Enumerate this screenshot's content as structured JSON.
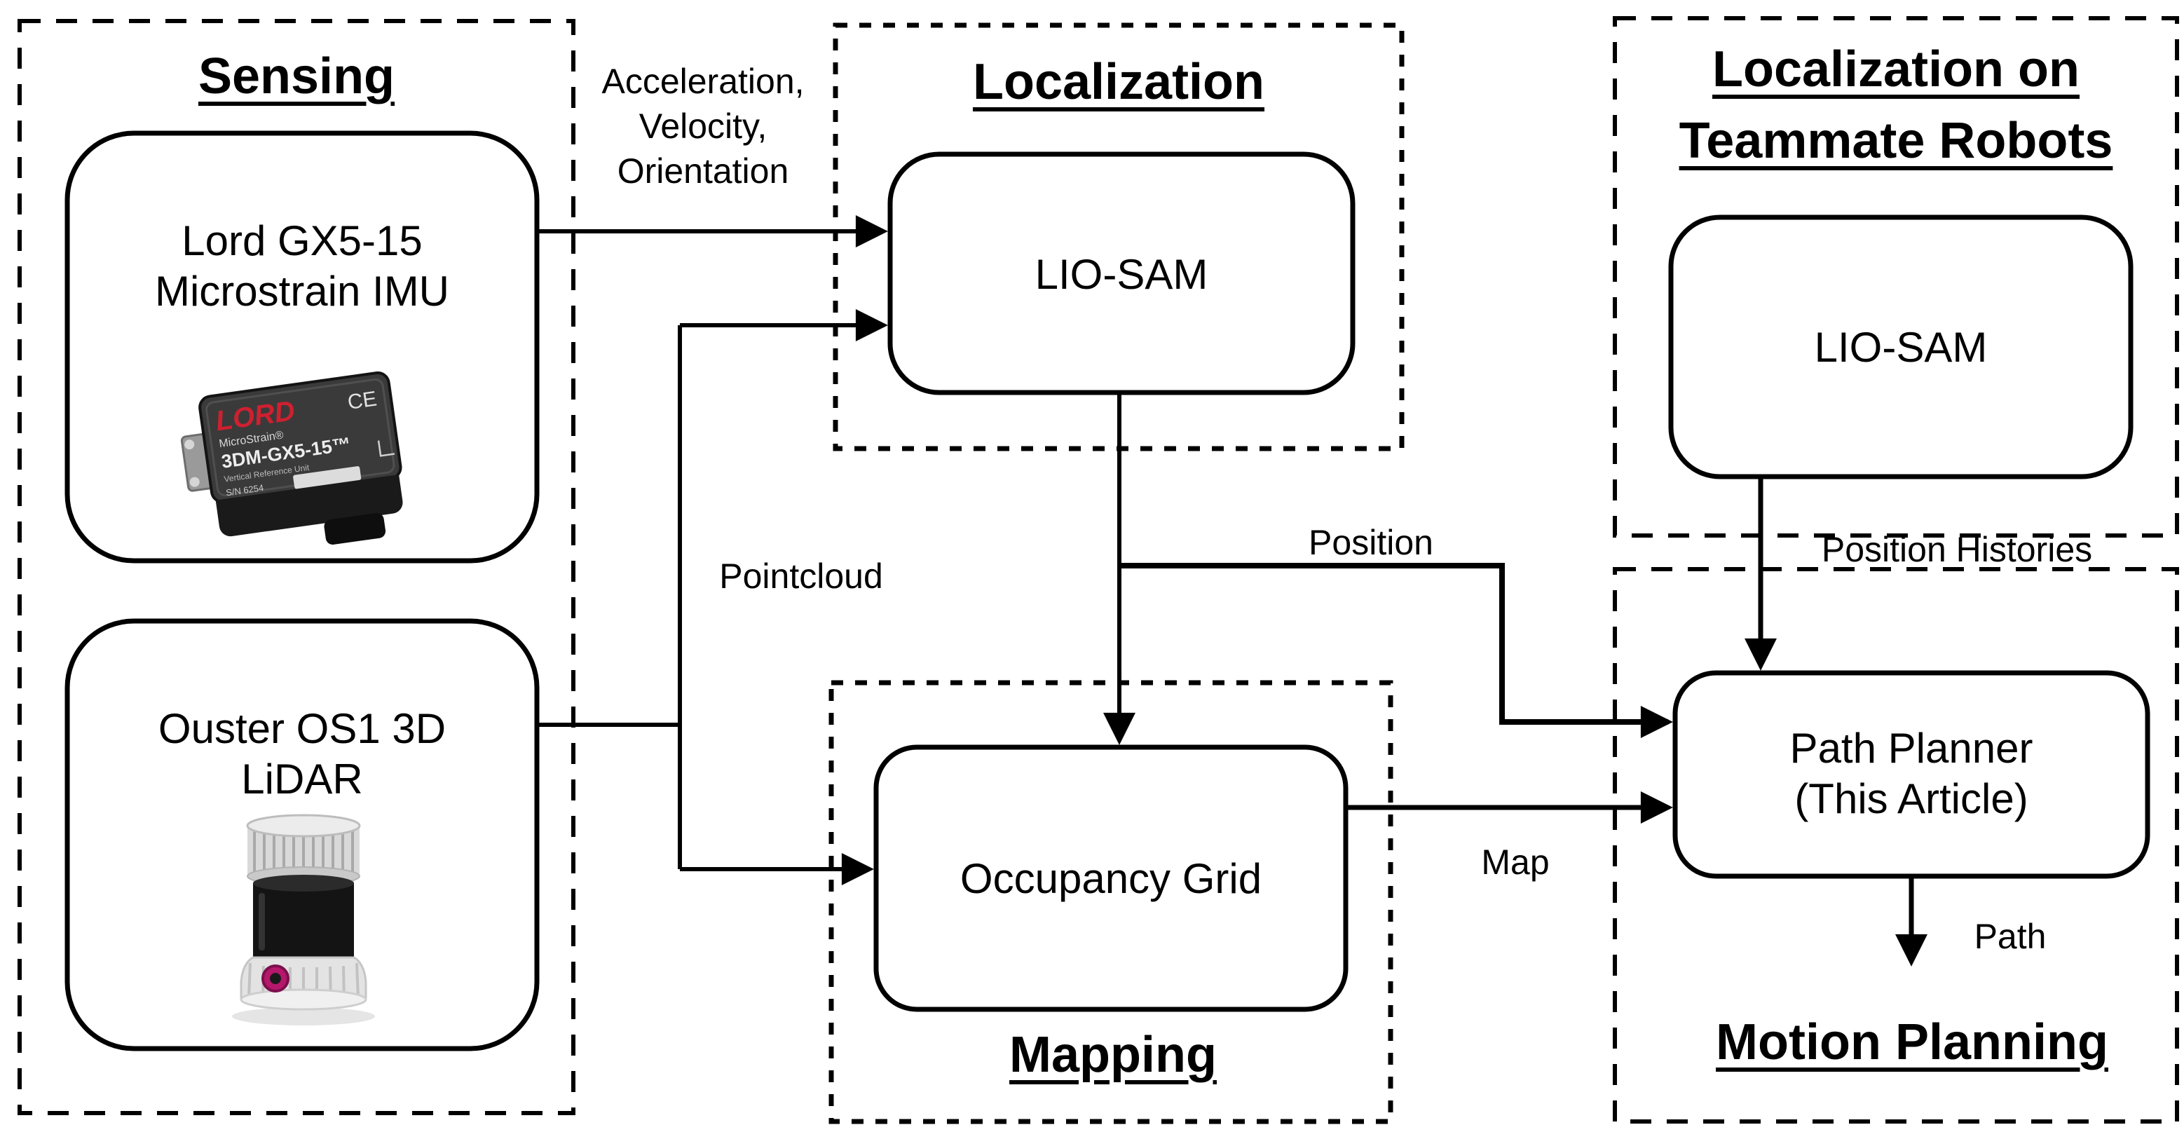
{
  "colors": {
    "ink": "#000000",
    "background": "#ffffff",
    "lord_red": "#cf2030",
    "lidar_connector": "#b5176b"
  },
  "sections": {
    "sensing": {
      "title": "Sensing"
    },
    "localization": {
      "title": "Localization"
    },
    "teammate": {
      "title_line1": "Localization on",
      "title_line2": "Teammate Robots"
    },
    "mapping": {
      "title": "Mapping"
    },
    "motion": {
      "title": "Motion Planning"
    }
  },
  "nodes": {
    "imu": {
      "label_line1": "Lord GX5-15",
      "label_line2": "Microstrain IMU"
    },
    "lidar": {
      "label_line1": "Ouster OS1 3D",
      "label_line2": "LiDAR"
    },
    "liosam_local": {
      "label": "LIO-SAM"
    },
    "liosam_teammate": {
      "label": "LIO-SAM"
    },
    "occupancy_grid": {
      "label": "Occupancy Grid"
    },
    "path_planner": {
      "label_line1": "Path Planner",
      "label_line2": "(This Article)"
    }
  },
  "edges": {
    "imu_data": {
      "line1": "Acceleration,",
      "line2": "Velocity,",
      "line3": "Orientation"
    },
    "pointcloud": {
      "label": "Pointcloud"
    },
    "position": {
      "label": "Position"
    },
    "map": {
      "label": "Map"
    },
    "position_histories": {
      "label": "Position Histories"
    },
    "path": {
      "label": "Path"
    }
  },
  "imu_photo": {
    "brand": "LORD",
    "series": "MicroStrain®",
    "model": "3DM-GX5-15™",
    "type": "Vertical Reference Unit",
    "serial": "S/N 6254",
    "ce_mark": "CE"
  }
}
